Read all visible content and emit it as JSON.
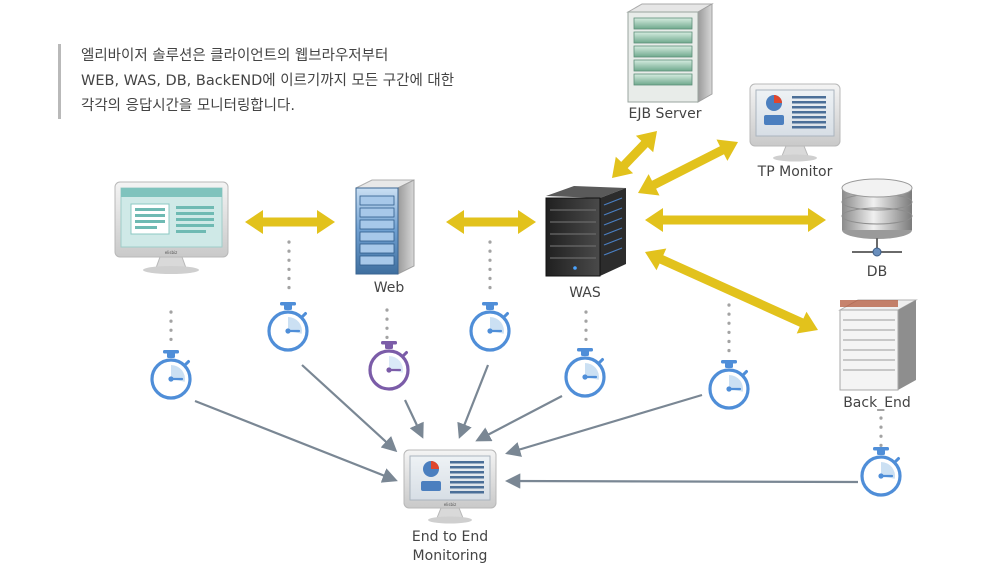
{
  "intro": {
    "lines": [
      "엘리바이저 솔루션은 클라이언트의 웹브라우저부터",
      "WEB, WAS, DB, BackEND에 이르기까지 모든 구간에 대한",
      "각각의 응답시간을 모니터링합니다."
    ]
  },
  "labels": {
    "web": "Web",
    "was": "WAS",
    "ejb": "EJB Server",
    "tp": "TP Monitor",
    "db": "DB",
    "backend": "Back_End",
    "e2e_line1": "End to End",
    "e2e_line2": "Monitoring"
  },
  "logo_text": "elisbiz",
  "colors": {
    "arrow": "#e2c21c",
    "stopwatch": "#4f8ed8",
    "stopwatch_highlight": "#7b5ca8",
    "feed_arrow": "#7a8794",
    "dots": "#a3a3a3",
    "text": "#444444"
  }
}
